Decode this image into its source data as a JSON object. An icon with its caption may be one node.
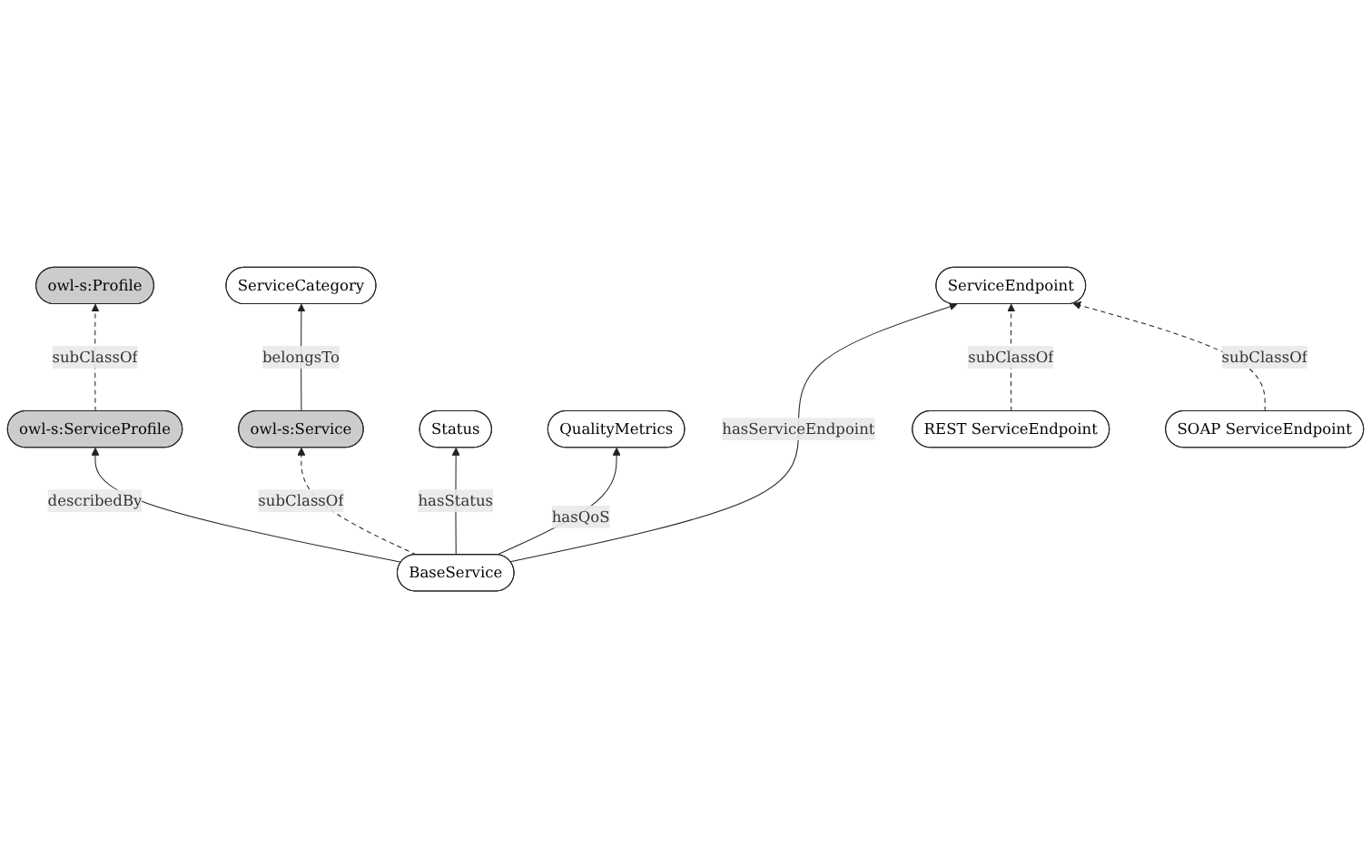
{
  "diagram": {
    "nodes": [
      {
        "text": [
          "owl-s:Profile"
        ]
      },
      {
        "text": [
          "ServiceCategory"
        ]
      },
      {
        "text": [
          "owl-s:ServiceProfile"
        ]
      },
      {
        "text": [
          "owl-s:Service"
        ]
      },
      {
        "text": [
          "Status"
        ]
      },
      {
        "text": [
          "BaseService"
        ]
      },
      {
        "text": [
          "QualityMetrics"
        ]
      },
      {
        "text": [
          "ServiceEndpoint"
        ]
      },
      {
        "text": [
          "REST ServiceEndpoint"
        ]
      },
      {
        "text": [
          "SOAP ServiceEndpoint"
        ]
      }
    ],
    "edges": [
      {
        "from": 2,
        "to": 0,
        "arrow": "to",
        "label": "subClassOf",
        "style": "dashed"
      },
      {
        "from": 3,
        "to": 1,
        "arrow": "to",
        "label": "belongsTo"
      },
      {
        "from": 5,
        "to": 2,
        "arrow": "to",
        "label": "describedBy"
      },
      {
        "from": 5,
        "to": 3,
        "arrow": "to",
        "label": "subClassOf",
        "style": "dashed"
      },
      {
        "from": 5,
        "to": 4,
        "arrow": "to",
        "label": "hasStatus"
      },
      {
        "from": 5,
        "to": 6,
        "arrow": "to",
        "label": "hasQoS"
      },
      {
        "from": 5,
        "to": 7,
        "arrow": "to",
        "label": "hasServiceEndpoint"
      },
      {
        "from": 8,
        "to": 7,
        "arrow": "to",
        "label": "subClassOf",
        "style": "dashed"
      },
      {
        "from": 9,
        "to": 7,
        "arrow": "to",
        "label": "subClassOf",
        "style": "dashed"
      }
    ]
  }
}
